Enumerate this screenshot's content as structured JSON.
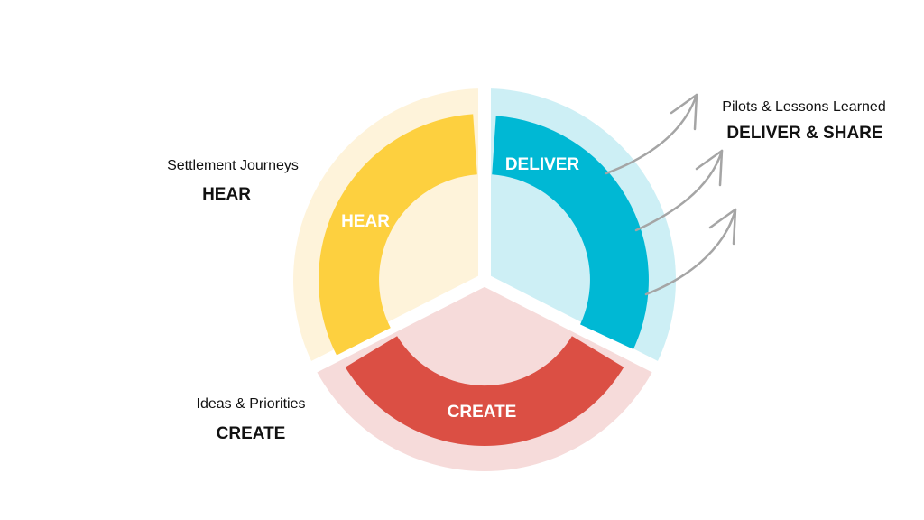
{
  "colors": {
    "hear": "#fdd03f",
    "hear_pale": "#fef3da",
    "deliver": "#00b8d4",
    "deliver_pale": "#cdeff5",
    "create": "#db4f44",
    "create_pale": "#f6dbda",
    "arrow": "#a5a5a5"
  },
  "segments": {
    "hear": {
      "label": "HEAR"
    },
    "deliver": {
      "label": "DELIVER"
    },
    "create": {
      "label": "CREATE"
    }
  },
  "annotations": {
    "hear": {
      "subtitle": "Settlement Journeys",
      "title": "HEAR"
    },
    "create": {
      "subtitle": "Ideas & Priorities",
      "title": "CREATE"
    },
    "deliver": {
      "subtitle": "Pilots & Lessons Learned",
      "title": "DELIVER & SHARE"
    }
  }
}
